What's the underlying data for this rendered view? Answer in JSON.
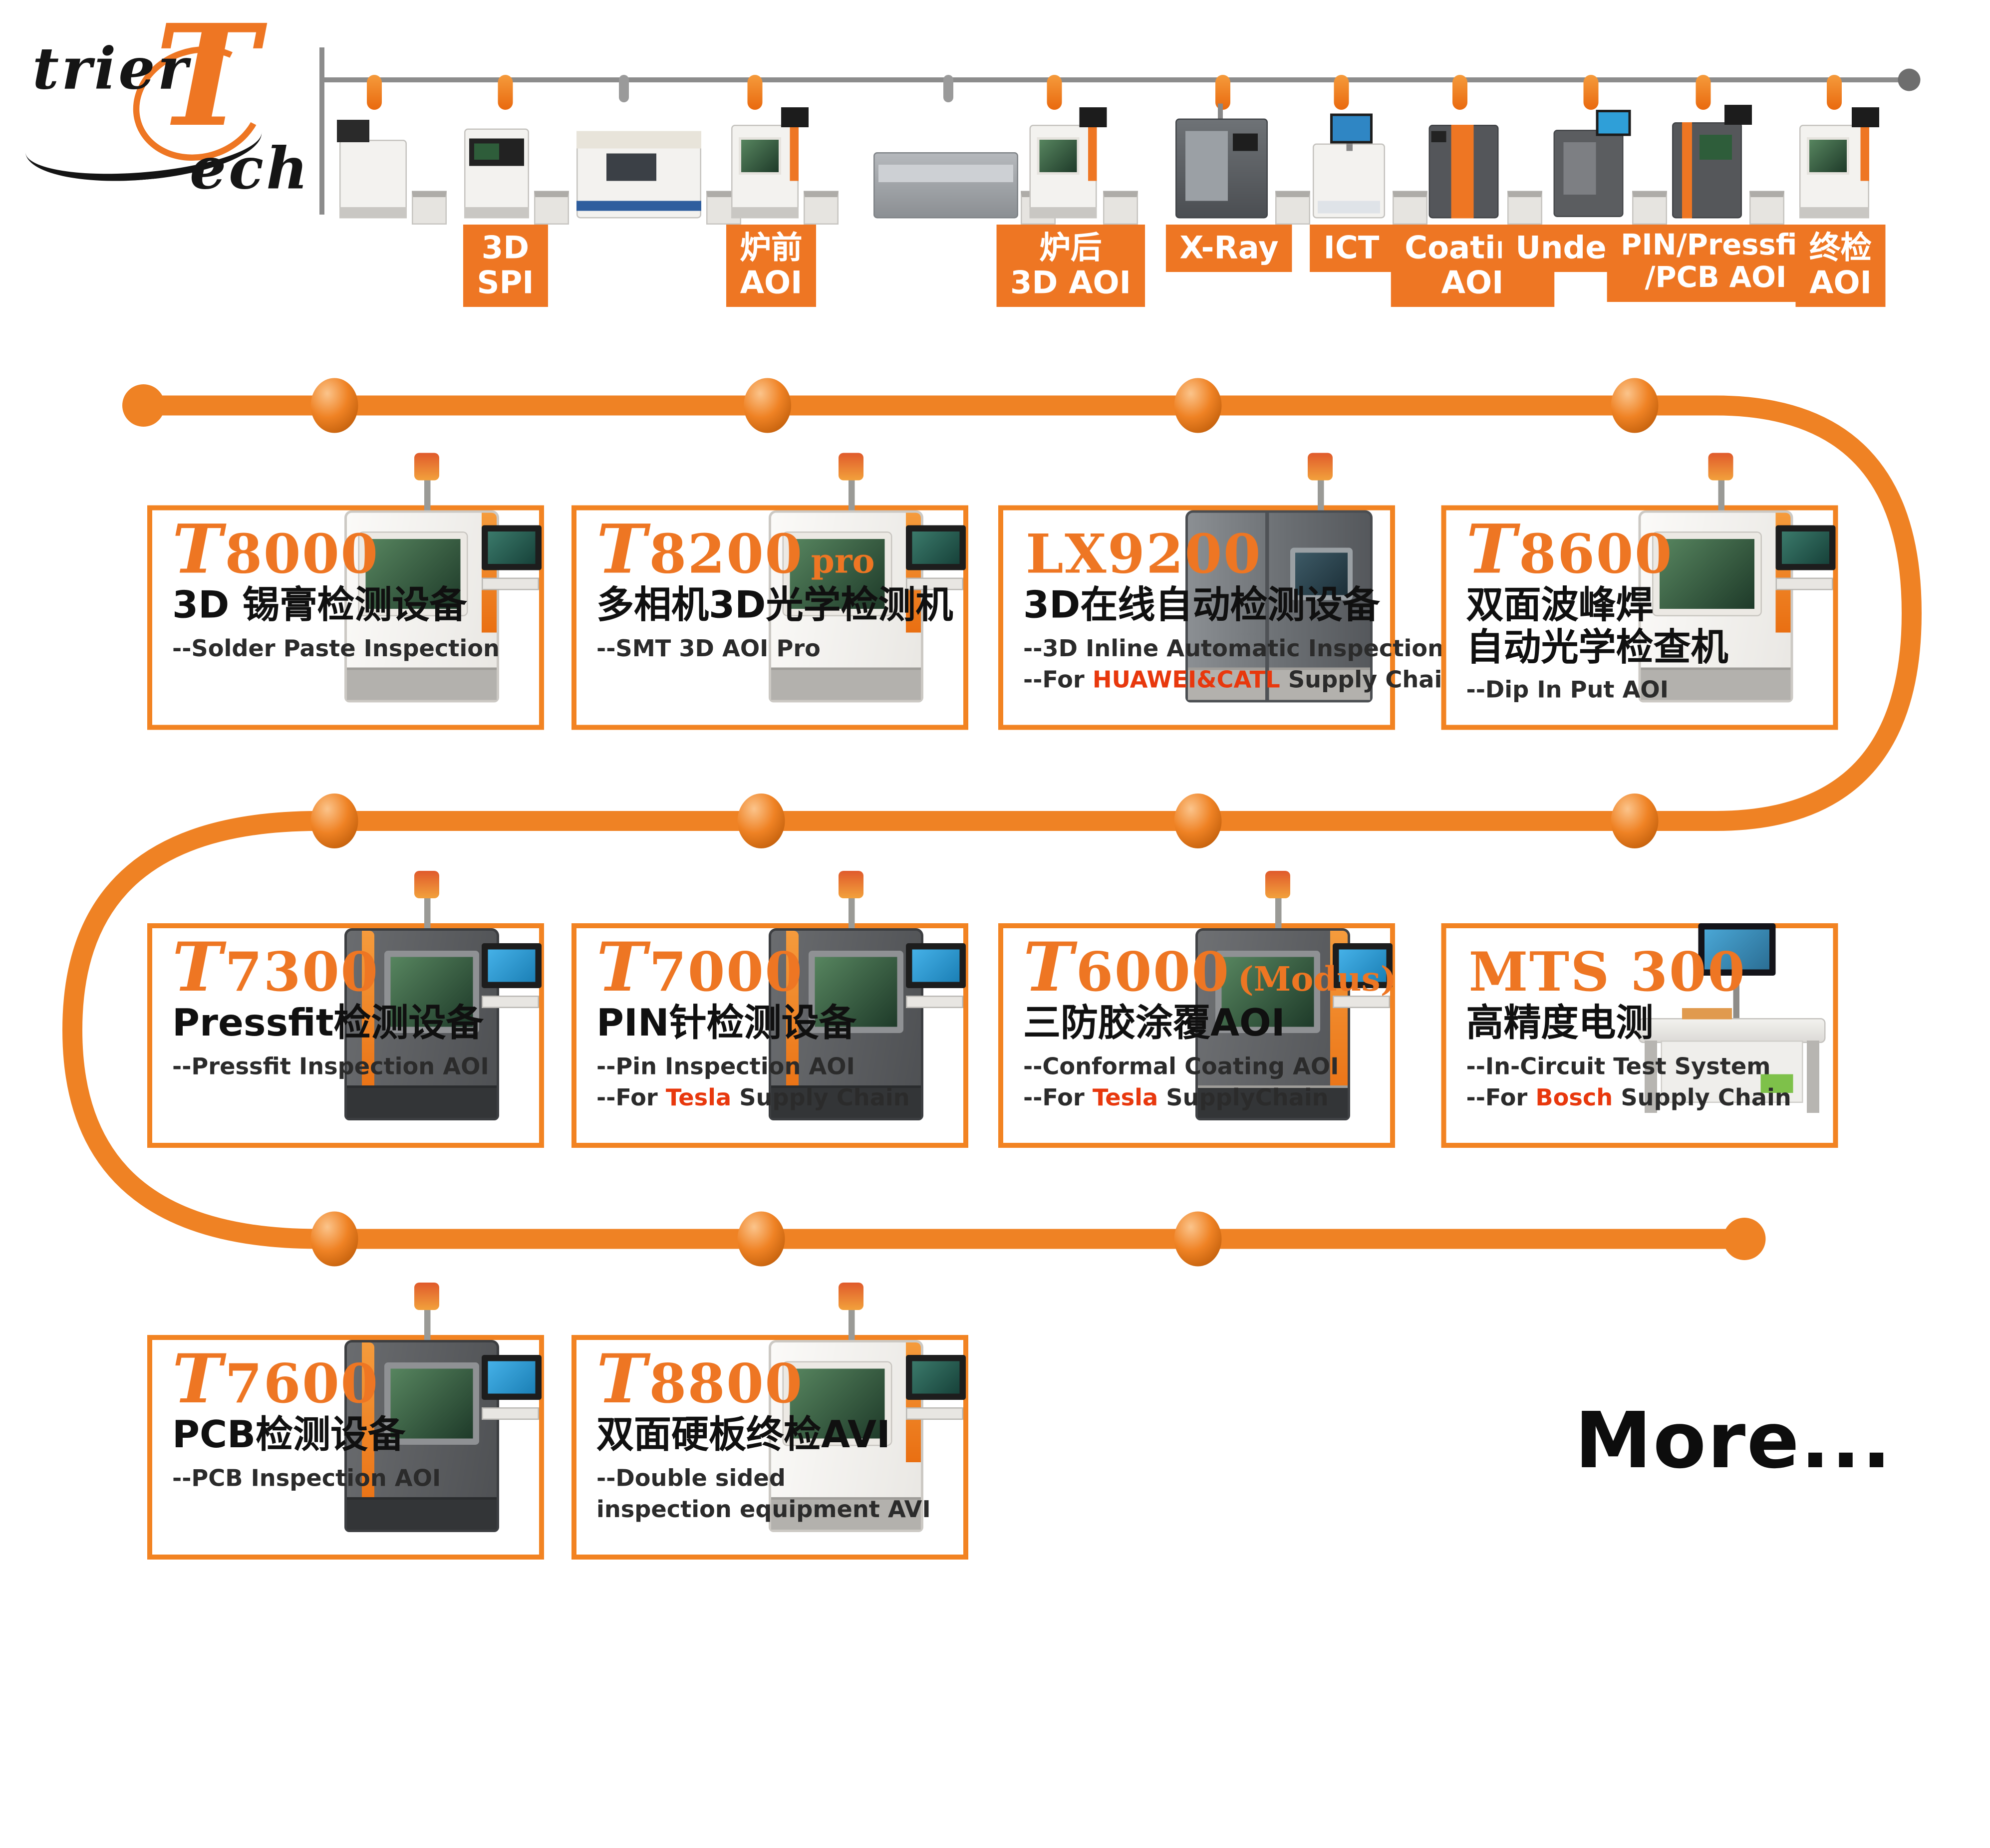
{
  "colors": {
    "accent": "#EE7623",
    "line_gray": "#8c8c8c",
    "highlight_red": "#E8380D",
    "card_border": "#F28322"
  },
  "logo": {
    "word_top": "trier",
    "t_glyph": "T",
    "word_bottom": "ech"
  },
  "line_labels": [
    {
      "line1": "3D",
      "line2": "SPI"
    },
    {
      "line1": "炉前",
      "line2": "AOI"
    },
    {
      "line1": "炉后",
      "line2": "3D AOI"
    },
    {
      "line1": "X-Ray",
      "line2": ""
    },
    {
      "line1": "ICT",
      "line2": ""
    },
    {
      "line1": "Coating",
      "line2": "AOI"
    },
    {
      "line1": "Underfill",
      "line2": ""
    },
    {
      "line1": "PIN/Pressfit",
      "line2": "/PCB AOI"
    },
    {
      "line1": "终检",
      "line2": "AOI"
    }
  ],
  "cards": [
    {
      "machine_variant": "white-aoi",
      "script_t": "T",
      "model": "8000",
      "suffix": "",
      "title1": "3D 锡膏检测设备",
      "title2": "",
      "b1": "--Solder Paste Inspection",
      "b2_pre": "",
      "b2_hl": "",
      "b2_post": ""
    },
    {
      "machine_variant": "white-aoi",
      "script_t": "T",
      "model": "8200",
      "suffix": "pro",
      "title1": "多相机3D光学检测机",
      "title2": "",
      "b1": "--SMT 3D AOI Pro",
      "b2_pre": "",
      "b2_hl": "",
      "b2_post": ""
    },
    {
      "machine_variant": "gray-inline",
      "script_t": "",
      "model": "LX9200",
      "suffix": "",
      "title1": "3D在线自动检测设备",
      "title2": "",
      "b1": "--3D Inline Automatic Inspection",
      "b2_pre": "--For ",
      "b2_hl": "HUAWEI&CATL",
      "b2_post": " Supply Chain"
    },
    {
      "machine_variant": "white-aoi",
      "script_t": "T",
      "model": "8600",
      "suffix": "",
      "title1": "双面波峰焊",
      "title2": "自动光学检查机",
      "b1": "--Dip In Put AOI",
      "b2_pre": "",
      "b2_hl": "",
      "b2_post": ""
    },
    {
      "machine_variant": "dark-aoi",
      "script_t": "T",
      "model": "7300",
      "suffix": "",
      "title1": "Pressfit检测设备",
      "title2": "",
      "b1": "--Pressfit Inspection AOI",
      "b2_pre": "",
      "b2_hl": "",
      "b2_post": ""
    },
    {
      "machine_variant": "dark-aoi",
      "script_t": "T",
      "model": "7000",
      "suffix": "",
      "title1": "PIN针检测设备",
      "title2": "",
      "b1": "--Pin Inspection AOI",
      "b2_pre": "--For ",
      "b2_hl": "Tesla",
      "b2_post": " Supply Chain"
    },
    {
      "machine_variant": "dark-coating",
      "script_t": "T",
      "model": "6000",
      "suffix": "(Modus)",
      "title1": "三防胶涂覆AOI",
      "title2": "",
      "b1": "--Conformal Coating AOI",
      "b2_pre": "--For ",
      "b2_hl": "Tesla",
      "b2_post": " SupplyChain"
    },
    {
      "machine_variant": "test-bench",
      "script_t": "",
      "model": "MTS 300",
      "suffix": "",
      "title1": "高精度电测",
      "title2": "",
      "b1": "--In-Circuit Test System",
      "b2_pre": "--For ",
      "b2_hl": "Bosch",
      "b2_post": " Supply Chain"
    },
    {
      "machine_variant": "dark-aoi",
      "script_t": "T",
      "model": "7600",
      "suffix": "",
      "title1": "PCB检测设备",
      "title2": "",
      "b1": "--PCB Inspection AOI",
      "b2_pre": "",
      "b2_hl": "",
      "b2_post": ""
    },
    {
      "machine_variant": "white-aoi",
      "script_t": "T",
      "model": "8800",
      "suffix": "",
      "title1": "双面硬板终检AVI",
      "title2": "",
      "b1": "--Double sided",
      "b2_pre": "inspection equipment AVI",
      "b2_hl": "",
      "b2_post": ""
    }
  ],
  "more_text": "More..."
}
